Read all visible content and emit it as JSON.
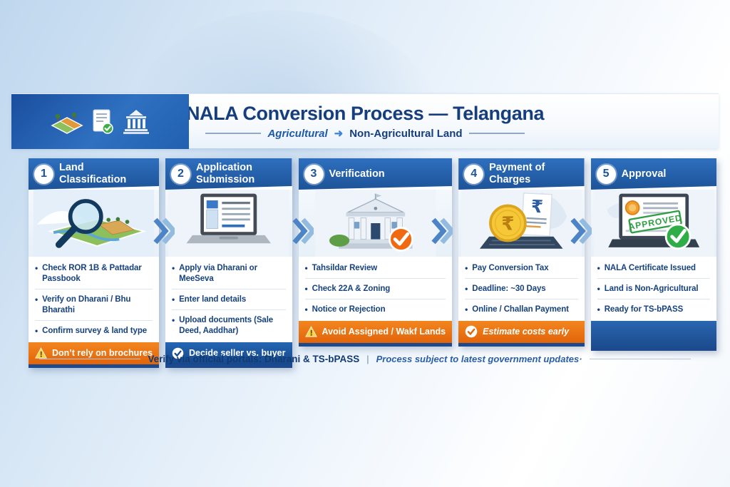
{
  "colors": {
    "accent_blue": "#1d5398",
    "accent_orange": "#e2640a",
    "navy_text": "#16427f",
    "coin_gold": "#f6c736",
    "approved_green": "#2f9e44"
  },
  "header": {
    "title": "NALA Conversion Process — Telangana",
    "subtitle": {
      "from": "Agricultural",
      "arrow": "➜",
      "to": "Non-Agricultural Land"
    },
    "logo_icons": [
      "land-plot-icon",
      "document-check-icon",
      "government-building-icon"
    ]
  },
  "steps": [
    {
      "number": "1",
      "title": "Land Classification",
      "illustration": "map-magnifier",
      "bullets": [
        "Check ROR 1B & Pattadar Passbook",
        "Verify on Dharani / Bhu Bharathi",
        "Confirm survey & land type"
      ],
      "banner": {
        "style": "orange-warning",
        "icon": "warning-triangle-icon",
        "text": "Don’t rely on brochures"
      }
    },
    {
      "number": "2",
      "title": "Application Submission",
      "illustration": "laptop-form",
      "bullets": [
        "Apply via Dharani or MeeSeva",
        "Enter land details",
        "Upload documents (Sale Deed, Aaddhar)"
      ],
      "banner": {
        "style": "blue-check",
        "icon": "check-circle-icon",
        "text": "Decide seller vs. buyer"
      }
    },
    {
      "number": "3",
      "title": "Verification",
      "illustration": "government-building",
      "bullets": [
        "Tahsildar Review",
        "Check 22A & Zoning",
        "Notice or Rejection"
      ],
      "banner": {
        "style": "orange-warning",
        "icon": "warning-triangle-icon",
        "text": "Avoid Assigned / Wakf Lands"
      }
    },
    {
      "number": "4",
      "title": "Payment of Charges",
      "illustration": "rupee-payment",
      "currency_symbol": "₹",
      "bullets": [
        "Pay Conversion Tax",
        "Deadline: ~30 Days",
        "Online / Challan Payment"
      ],
      "banner": {
        "style": "orange-check",
        "icon": "check-circle-icon",
        "text": "Estimate costs early"
      }
    },
    {
      "number": "5",
      "title": "Approval",
      "illustration": "approved-laptop",
      "stamp_text": "APPROVED",
      "bullets": [
        "NALA Certificate Issued",
        "Land is Non-Agricultural",
        "Ready for TS-bPASS"
      ],
      "banner": {
        "style": "plain-blue",
        "icon": "",
        "text": ""
      }
    }
  ],
  "footer": {
    "bold_text": "Verify via official portals: Dharani & TS-bPASS",
    "separator": "|",
    "italic_text": "Process subject to latest government updates·"
  }
}
